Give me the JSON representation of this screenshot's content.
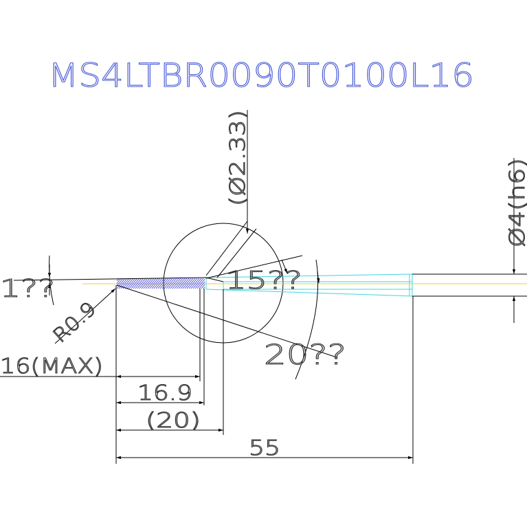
{
  "title": "MS4LTBR0090T0100L16",
  "dimensions": {
    "flute_diameter": "(Ø2.33)",
    "shank_diameter": "Ø4(h6)",
    "neck_angle": "15??",
    "point_angle": "1??",
    "taper_angle": "20??",
    "corner_radius": "R0.9",
    "max_length": "16(MAX)",
    "cut_length": "16.9",
    "neck_length": "(20)",
    "overall_length": "55"
  },
  "colors": {
    "title": "#4a5bd6",
    "outline": "#000000",
    "body": "#3fd3e0",
    "centerline": "#e8d23a",
    "hatch": "#3b3bd6"
  }
}
